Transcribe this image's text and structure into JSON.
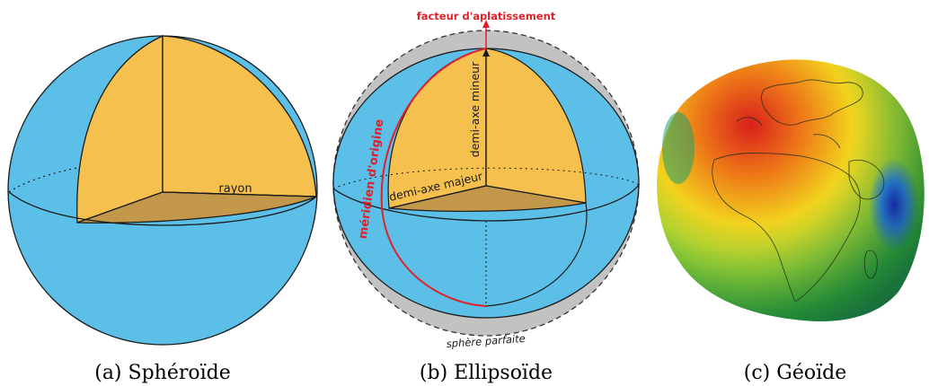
{
  "colors": {
    "ocean": "#5bbfe8",
    "octant": "#f6c04f",
    "octant_floor": "#c4984a",
    "sphere_ring": "#c2c2c2",
    "meridian": "#e0202a"
  },
  "panels": {
    "spheroid": {
      "caption": "(a) Sphéroïde",
      "radius_label": "rayon"
    },
    "ellipsoid": {
      "caption": "(b) Ellipsoïde",
      "flattening_label": "facteur d'aplatissement",
      "minor_axis_label": "demi-axe mineur",
      "major_axis_label": "demi-axe majeur",
      "meridian_label": "méridien d'origine",
      "sphere_label": "sphère parfaite"
    },
    "geoid": {
      "caption": "(c) Géoïde"
    }
  }
}
